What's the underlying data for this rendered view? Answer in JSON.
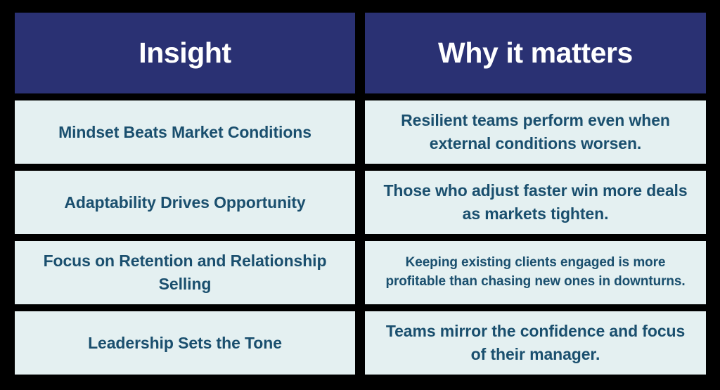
{
  "table": {
    "headers": [
      {
        "label": "Insight"
      },
      {
        "label": "Why it matters"
      }
    ],
    "rows": [
      {
        "insight": "Mindset Beats Market Conditions",
        "why_it_matters": "Resilient teams perform even when external conditions worsen.",
        "why_text_size": "normal"
      },
      {
        "insight": "Adaptability Drives Opportunity",
        "why_it_matters": "Those who adjust faster win more deals as markets tighten.",
        "why_text_size": "normal"
      },
      {
        "insight": "Focus on Retention and Relationship Selling",
        "why_it_matters": "Keeping existing clients engaged is more profitable than chasing new ones in downturns.",
        "why_text_size": "small"
      },
      {
        "insight": "Leadership Sets the Tone",
        "why_it_matters": "Teams mirror the confidence and focus of their manager.",
        "why_text_size": "normal"
      }
    ]
  },
  "colors": {
    "header_background": "#2A3173",
    "header_text": "#FFFFFF",
    "cell_background": "#E4F0F1",
    "cell_text": "#1A4F6E",
    "page_background": "#000000"
  }
}
